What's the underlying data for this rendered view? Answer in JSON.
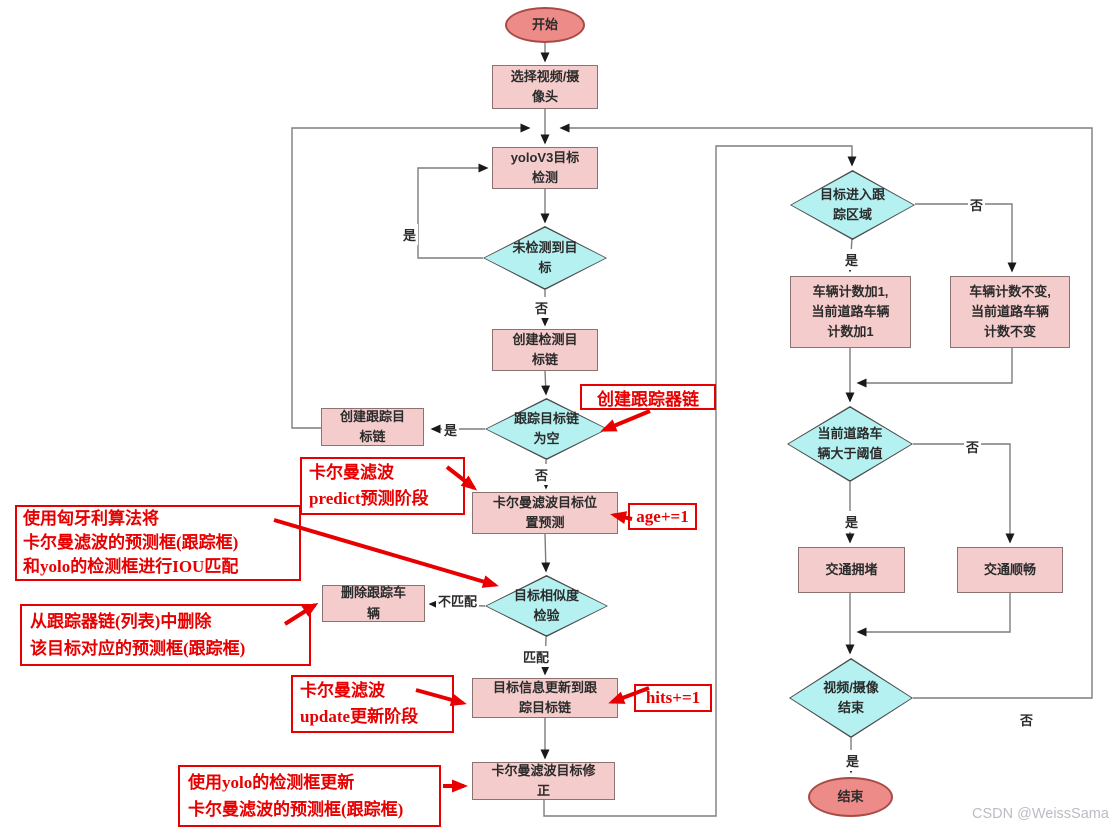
{
  "watermark": "CSDN @WeissSama",
  "colors": {
    "process_fill": "#f3cccb",
    "process_border": "#8d7272",
    "terminal_fill": "#ec8b87",
    "terminal_border": "#a84a46",
    "decision_fill": "#b5f1f1",
    "decision_border": "#4a4a4a",
    "annotation_red": "#e80000",
    "connector_gray": "#7d7d7d",
    "watermark_gray": "#b9bdc3"
  },
  "nodes": {
    "start": "开始",
    "select_source": "选择视频/摄像头",
    "yolo_detect": "yoloV3目标检测",
    "no_target": "未检测到目标",
    "create_detect_chain": "创建检测目标链",
    "track_chain_empty": "跟踪目标链为空",
    "create_track_chain": "创建跟踪目标链",
    "kalman_predict": "卡尔曼滤波目标位置预测",
    "similarity_check": "目标相似度检验",
    "delete_vehicle": "删除跟踪车辆",
    "update_chain": "目标信息更新到跟踪目标链",
    "kalman_correct": "卡尔曼滤波目标修正",
    "enter_region": "目标进入跟踪区域",
    "count_inc": "车辆计数加1,当前道路车辆计数加1",
    "count_same": "车辆计数不变, 当前道路车辆计数不变",
    "over_threshold": "当前道路车辆大于阈值",
    "congestion": "交通拥堵",
    "smooth": "交通顺畅",
    "video_end": "视频/摄像结束",
    "end": "结束"
  },
  "edge_labels": {
    "yes": "是",
    "no": "否",
    "match": "匹配",
    "no_match": "不匹配"
  },
  "annotations": {
    "create_tracker_chain": {
      "text": "创建跟踪器链"
    },
    "kalman_predict_phase": {
      "lines": [
        "卡尔曼滤波",
        "predict预测阶段"
      ]
    },
    "age": {
      "text": "age+=1"
    },
    "hungarian": {
      "lines": [
        "使用匈牙利算法将",
        "卡尔曼滤波的预测框(跟踪框)",
        "和yolo的检测框进行IOU匹配"
      ]
    },
    "delete_from_chain": {
      "lines": [
        "从跟踪器链(列表)中删除",
        "该目标对应的预测框(跟踪框)"
      ]
    },
    "kalman_update_phase": {
      "lines": [
        "卡尔曼滤波",
        "update更新阶段"
      ]
    },
    "hits": {
      "text": "hits+=1"
    },
    "yolo_update": {
      "lines": [
        "使用yolo的检测框更新",
        "卡尔曼滤波的预测框(跟踪框)"
      ]
    }
  }
}
